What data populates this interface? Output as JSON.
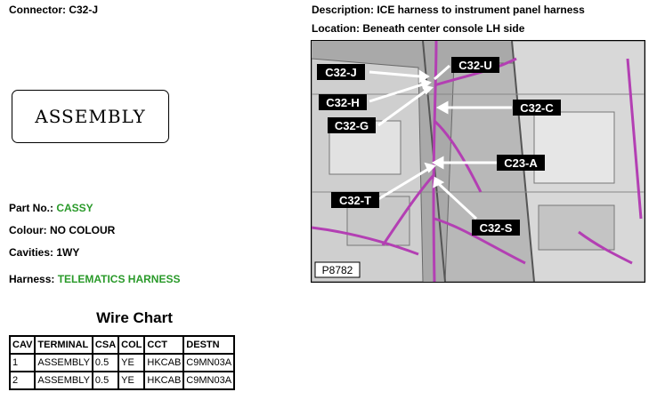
{
  "connector": "Connector: C32-J",
  "description": "Description: ICE harness to instrument panel harness",
  "location": "Location: Beneath center console LH side",
  "assembly_box_text": "ASSEMBLY",
  "part_no": {
    "label": "Part No.: ",
    "value": "CASSY"
  },
  "colour": {
    "label": "Colour: ",
    "value": "NO COLOUR"
  },
  "cavities": {
    "label": "Cavities: ",
    "value": "1WY"
  },
  "harness": {
    "label": "Harness: ",
    "value": "TELEMATICS HARNESS"
  },
  "wire_chart": {
    "title": "Wire Chart",
    "headers": [
      "CAV",
      "TERMINAL",
      "CSA",
      "COL",
      "CCT",
      "DESTN"
    ],
    "rows": [
      [
        "1",
        "ASSEMBLY",
        "0.5",
        "YE",
        "HKCAB",
        "C9MN03A"
      ],
      [
        "2",
        "ASSEMBLY",
        "0.5",
        "YE",
        "HKCAB",
        "C9MN03A"
      ]
    ]
  },
  "photo": {
    "callouts": [
      "C32-J",
      "C32-U",
      "C32-H",
      "C32-C",
      "C32-G",
      "C23-A",
      "C32-T",
      "C32-S"
    ],
    "photo_id": "P8782"
  },
  "colors": {
    "green_value": "#2a9a2a",
    "harness_purple": "#b33fb3"
  }
}
